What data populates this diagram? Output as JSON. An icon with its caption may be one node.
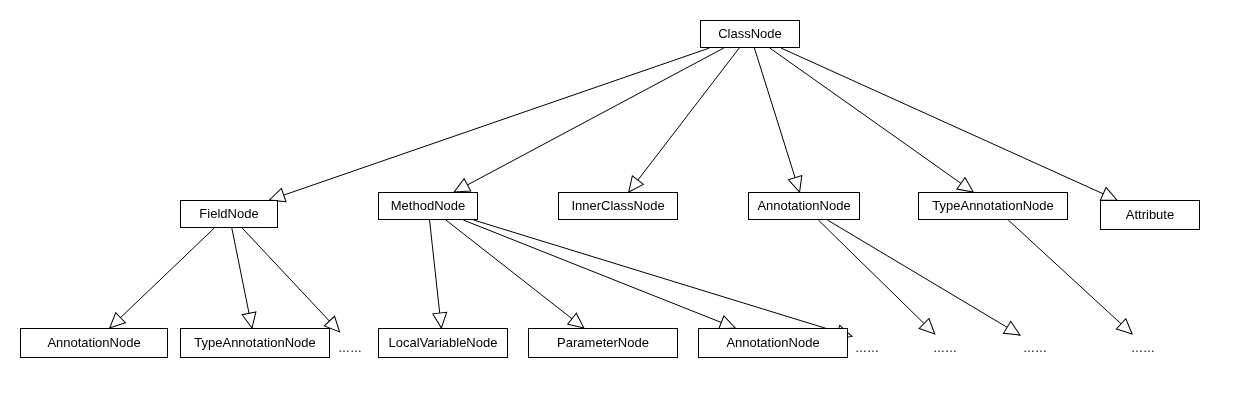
{
  "diagram": {
    "nodes": [
      {
        "text": [
          "ClassNode"
        ]
      },
      {
        "text": [
          "FieldNode"
        ]
      },
      {
        "text": [
          "MethodNode"
        ]
      },
      {
        "text": [
          "InnerClassNode"
        ]
      },
      {
        "text": [
          "AnnotationNode"
        ]
      },
      {
        "text": [
          "TypeAnnotationNode"
        ]
      },
      {
        "text": [
          "Attribute"
        ]
      },
      {
        "text": [
          "AnnotationNode"
        ]
      },
      {
        "text": [
          "TypeAnnotationNode"
        ]
      },
      {
        "text": [
          "……"
        ]
      },
      {
        "text": [
          "LocalVariableNode"
        ]
      },
      {
        "text": [
          "ParameterNode"
        ]
      },
      {
        "text": [
          "AnnotationNode"
        ]
      },
      {
        "text": [
          "……"
        ]
      },
      {
        "text": [
          "……"
        ]
      },
      {
        "text": [
          "……"
        ]
      },
      {
        "text": [
          "……"
        ]
      }
    ],
    "edges": [
      {
        "from": 0,
        "to": 1,
        "arrow": "to"
      },
      {
        "from": 0,
        "to": 2,
        "arrow": "to"
      },
      {
        "from": 0,
        "to": 3,
        "arrow": "to"
      },
      {
        "from": 0,
        "to": 4,
        "arrow": "to"
      },
      {
        "from": 0,
        "to": 5,
        "arrow": "to"
      },
      {
        "from": 0,
        "to": 6,
        "arrow": "to"
      },
      {
        "from": 1,
        "to": 7,
        "arrow": "to"
      },
      {
        "from": 1,
        "to": 8,
        "arrow": "to"
      },
      {
        "from": 1,
        "to": 9,
        "arrow": "to"
      },
      {
        "from": 2,
        "to": 10,
        "arrow": "to"
      },
      {
        "from": 2,
        "to": 11,
        "arrow": "to"
      },
      {
        "from": 2,
        "to": 12,
        "arrow": "to"
      },
      {
        "from": 2,
        "to": 13,
        "arrow": "to"
      },
      {
        "from": 4,
        "to": 14,
        "arrow": "to"
      },
      {
        "from": 4,
        "to": 15,
        "arrow": "to"
      },
      {
        "from": 5,
        "to": 16,
        "arrow": "to"
      }
    ]
  }
}
